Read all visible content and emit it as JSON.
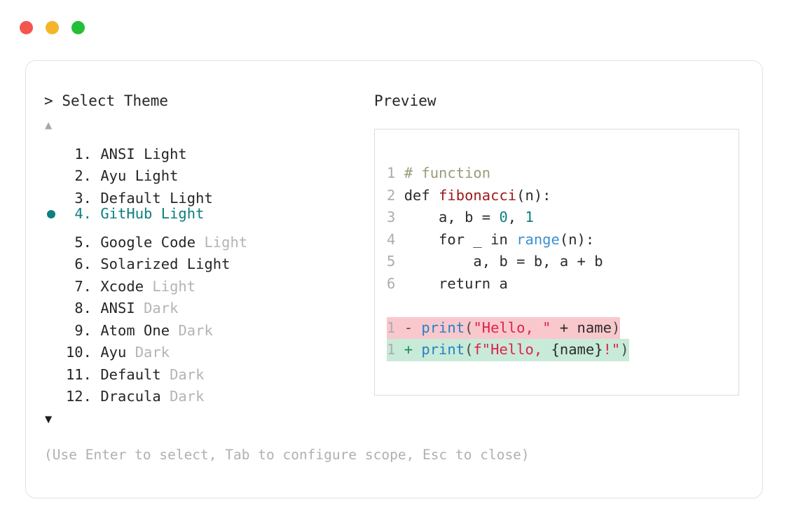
{
  "window": {
    "dots": [
      {
        "name": "close-dot",
        "color": "#f4564e"
      },
      {
        "name": "minimize-dot",
        "color": "#f5b52a"
      },
      {
        "name": "maximize-dot",
        "color": "#24bf36"
      }
    ]
  },
  "picker": {
    "caret": ">",
    "title": "Select Theme",
    "scroll_up": "▲",
    "scroll_down": "▼",
    "selected_index": 4,
    "items": [
      {
        "index": "1.",
        "name": "ANSI",
        "variant": "Light",
        "variant_dim": false
      },
      {
        "index": "2.",
        "name": "Ayu",
        "variant": "Light",
        "variant_dim": false
      },
      {
        "index": "3.",
        "name": "Default",
        "variant": "Light",
        "variant_dim": false
      },
      {
        "index": "4.",
        "name": "GitHub",
        "variant": "Light",
        "variant_dim": false
      },
      {
        "index": "5.",
        "name": "Google Code",
        "variant": "Light",
        "variant_dim": true
      },
      {
        "index": "6.",
        "name": "Solarized",
        "variant": "Light",
        "variant_dim": false
      },
      {
        "index": "7.",
        "name": "Xcode",
        "variant": "Light",
        "variant_dim": true
      },
      {
        "index": "8.",
        "name": "ANSI",
        "variant": "Dark",
        "variant_dim": true
      },
      {
        "index": "9.",
        "name": "Atom One",
        "variant": "Dark",
        "variant_dim": true
      },
      {
        "index": "10.",
        "name": "Ayu",
        "variant": "Dark",
        "variant_dim": true
      },
      {
        "index": "11.",
        "name": "Default",
        "variant": "Dark",
        "variant_dim": true
      },
      {
        "index": "12.",
        "name": "Dracula",
        "variant": "Dark",
        "variant_dim": true
      }
    ],
    "hint": "(Use Enter to select, Tab to configure scope, Esc to close)"
  },
  "preview": {
    "title": "Preview",
    "code_lines": [
      {
        "ln": "1",
        "tokens": [
          {
            "t": "# function",
            "c": "t-comment"
          }
        ]
      },
      {
        "ln": "2",
        "tokens": [
          {
            "t": "def ",
            "c": "t-keyword"
          },
          {
            "t": "fibonacci",
            "c": "t-func"
          },
          {
            "t": "(n):",
            "c": "t-plain"
          }
        ]
      },
      {
        "ln": "3",
        "tokens": [
          {
            "t": "    a, b = ",
            "c": "t-plain"
          },
          {
            "t": "0",
            "c": "t-number"
          },
          {
            "t": ", ",
            "c": "t-plain"
          },
          {
            "t": "1",
            "c": "t-number"
          }
        ]
      },
      {
        "ln": "4",
        "tokens": [
          {
            "t": "    for _ in ",
            "c": "t-plain"
          },
          {
            "t": "range",
            "c": "t-builtin"
          },
          {
            "t": "(n):",
            "c": "t-plain"
          }
        ]
      },
      {
        "ln": "5",
        "tokens": [
          {
            "t": "        a, b = b, a + b",
            "c": "t-plain"
          }
        ]
      },
      {
        "ln": "6",
        "tokens": [
          {
            "t": "    return a",
            "c": "t-plain"
          }
        ]
      }
    ],
    "diff_lines": [
      {
        "ln": "1",
        "kind": "del",
        "sign": "-",
        "tokens": [
          {
            "t": "print",
            "c": "t-callname"
          },
          {
            "t": "(",
            "c": "t-brace"
          },
          {
            "t": "\"Hello, \"",
            "c": "t-string"
          },
          {
            "t": " + name",
            "c": "t-plain"
          },
          {
            "t": ")",
            "c": "t-brace"
          }
        ]
      },
      {
        "ln": "1",
        "kind": "add",
        "sign": "+",
        "tokens": [
          {
            "t": "print",
            "c": "t-callname"
          },
          {
            "t": "(",
            "c": "t-brace"
          },
          {
            "t": "f\"Hello, ",
            "c": "t-string"
          },
          {
            "t": "{name}",
            "c": "t-plain"
          },
          {
            "t": "!\"",
            "c": "t-string"
          },
          {
            "t": ")",
            "c": "t-brace"
          }
        ]
      }
    ]
  }
}
